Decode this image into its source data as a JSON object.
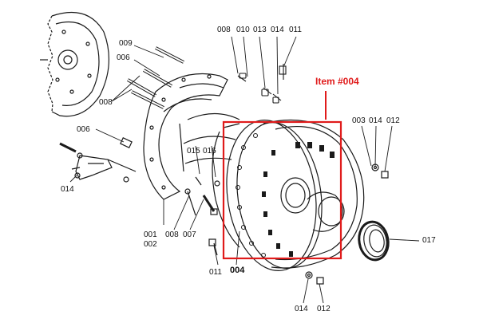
{
  "accent": "#e01b1b",
  "callout": {
    "text": "Item #004"
  },
  "labels": {
    "p008a": "008",
    "p010": "010",
    "p013": "013",
    "p014a": "014",
    "p011a": "011",
    "p009": "009",
    "p006a": "006",
    "p008b": "008",
    "p006b": "006",
    "p015": "015",
    "p016": "016",
    "p003": "003",
    "p014b": "014",
    "p012a": "012",
    "p014c": "014",
    "p001": "001",
    "p002": "002",
    "p008c": "008",
    "p007": "007",
    "p011b": "011",
    "p004": "004",
    "p017": "017",
    "p014d": "014",
    "p012b": "012"
  }
}
